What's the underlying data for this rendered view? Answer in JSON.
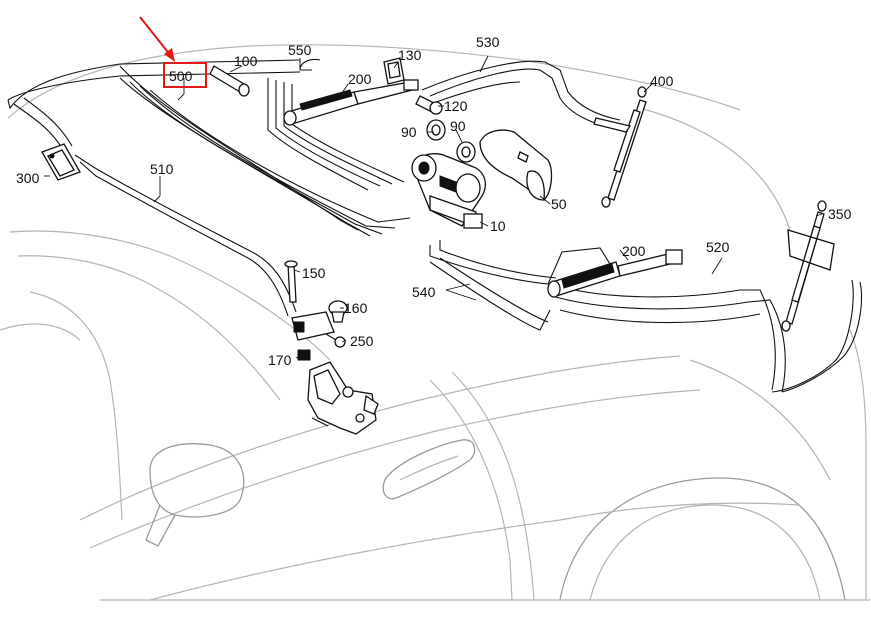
{
  "diagram": {
    "highlighted_part": "500",
    "labels": {
      "p10": "10",
      "p50": "50",
      "p90a": "90",
      "p90b": "90",
      "p100": "100",
      "p120": "120",
      "p130": "130",
      "p150": "150",
      "p160": "160",
      "p170": "170",
      "p200a": "200",
      "p200b": "200",
      "p250": "250",
      "p300": "300",
      "p350": "350",
      "p400": "400",
      "p500": "500",
      "p510": "510",
      "p520": "520",
      "p530": "530",
      "p540": "540",
      "p550": "550"
    },
    "colors": {
      "highlight": "#e01818",
      "line": "#111111",
      "body_outline": "#b4b4b4"
    }
  }
}
